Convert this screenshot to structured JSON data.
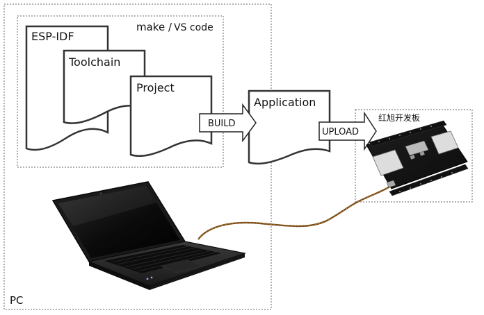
{
  "pc_label": "PC",
  "tools_label_make": "make /",
  "tools_label_vscode": "VS code",
  "documents": {
    "esp_idf": "ESP-IDF",
    "toolchain": "Toolchain",
    "project": "Project",
    "application": "Application"
  },
  "arrows": {
    "build": "BUILD",
    "upload": "UPLOAD"
  },
  "board_label": "红旭开发板",
  "colors": {
    "frame": "#666666",
    "doc_stroke": "#333333",
    "cable": "#7a4b12"
  },
  "icons": [
    "laptop-icon",
    "dev-board-icon"
  ]
}
